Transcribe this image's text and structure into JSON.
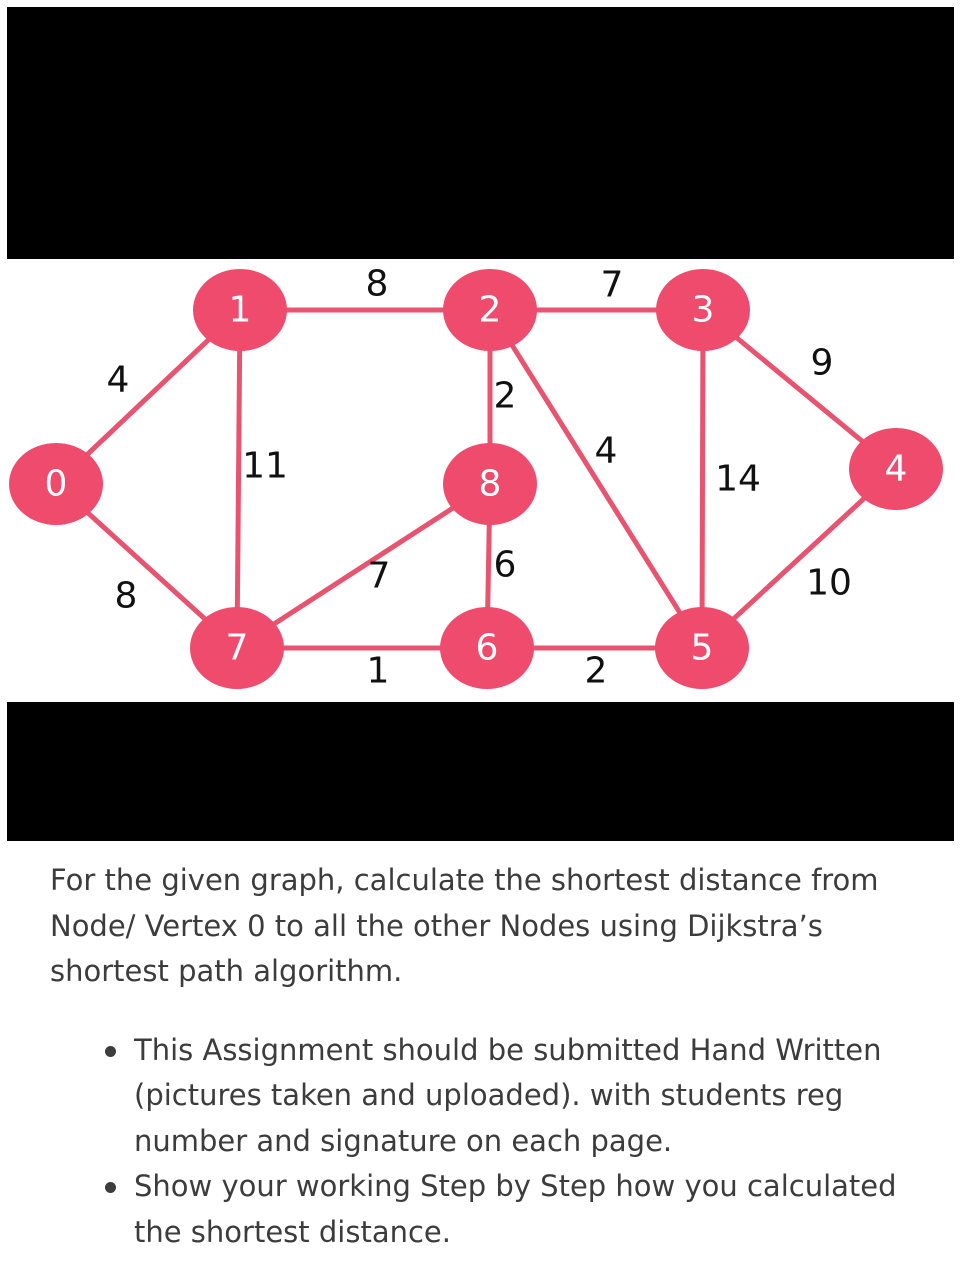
{
  "graph": {
    "nodes": [
      {
        "id": "0",
        "label": "0"
      },
      {
        "id": "1",
        "label": "1"
      },
      {
        "id": "2",
        "label": "2"
      },
      {
        "id": "3",
        "label": "3"
      },
      {
        "id": "4",
        "label": "4"
      },
      {
        "id": "5",
        "label": "5"
      },
      {
        "id": "6",
        "label": "6"
      },
      {
        "id": "7",
        "label": "7"
      },
      {
        "id": "8",
        "label": "8"
      }
    ],
    "edges": [
      {
        "from": "0",
        "to": "1",
        "weight": "4"
      },
      {
        "from": "0",
        "to": "7",
        "weight": "8"
      },
      {
        "from": "1",
        "to": "2",
        "weight": "8"
      },
      {
        "from": "1",
        "to": "7",
        "weight": "11"
      },
      {
        "from": "2",
        "to": "3",
        "weight": "7"
      },
      {
        "from": "2",
        "to": "8",
        "weight": "2"
      },
      {
        "from": "2",
        "to": "5",
        "weight": "4"
      },
      {
        "from": "3",
        "to": "4",
        "weight": "9"
      },
      {
        "from": "3",
        "to": "5",
        "weight": "14"
      },
      {
        "from": "4",
        "to": "5",
        "weight": "10"
      },
      {
        "from": "8",
        "to": "7",
        "weight": "7"
      },
      {
        "from": "8",
        "to": "6",
        "weight": "6"
      },
      {
        "from": "7",
        "to": "6",
        "weight": "1"
      },
      {
        "from": "6",
        "to": "5",
        "weight": "2"
      }
    ],
    "colors": {
      "node_fill": "#ef4b6d",
      "edge": "#e8536f",
      "node_text": "#ffffff",
      "weight_text": "#111111"
    }
  },
  "question": {
    "text": "For the given graph, calculate the shortest distance from Node/ Vertex 0 to all the other Nodes using Dijkstra’s shortest path algorithm."
  },
  "instructions": [
    "This Assignment should be submitted Hand Written (pictures taken and uploaded). with students reg number and signature on each page.",
    "Show your working Step by Step how you calculated the shortest distance."
  ]
}
